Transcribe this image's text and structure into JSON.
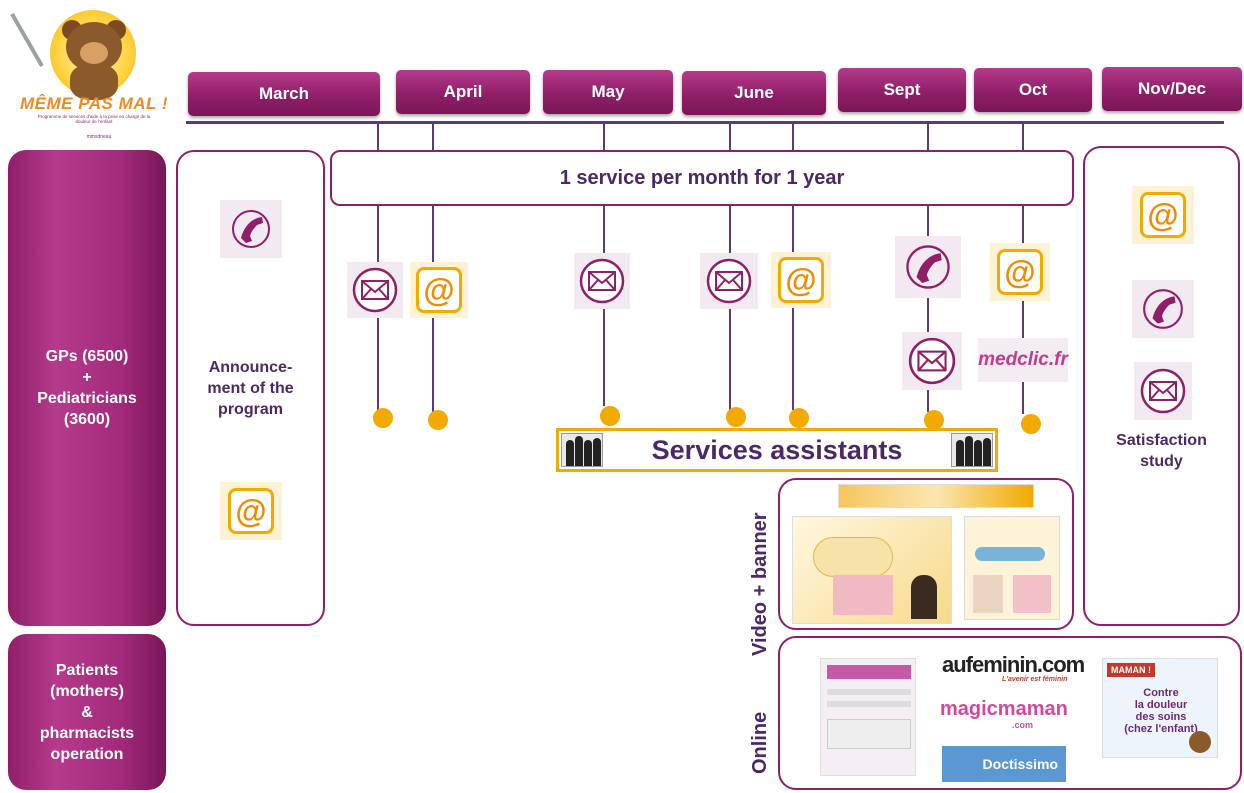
{
  "logo": {
    "title": "MÊME PAS MAL !",
    "subtitle": "Programme de services d'aide à la prise en charge de la douleur de l'enfant",
    "brand": "mmsdneau"
  },
  "months": [
    "March",
    "April",
    "May",
    "June",
    "Sept",
    "Oct",
    "Nov/Dec"
  ],
  "categories": {
    "gps": "GPs (6500)\n+\nPediatricians\n(3600)",
    "patients": "Patients\n(mothers)\n&\npharmacists\noperation"
  },
  "announcement": "Announce-\nment of the\nprogram",
  "service_bar": "1 service per month for 1 year",
  "services_assistants": "Services assistants",
  "satisfaction": "Satisfaction\nstudy",
  "video_label": "Video + banner",
  "online_label": "Online",
  "medclic_logo": "medclic.fr",
  "online_logos": {
    "aufeminin": "aufeminin.com",
    "aufeminin_tag": "L'avenir est féminin",
    "magicmaman": "magicmaman",
    "magicmaman_com": ".com",
    "doctissimo": "Doctissimo"
  },
  "poster": {
    "badge": "MAMAN !",
    "text": "Contre\nla douleur\ndes soins\n(chez l'enfant)"
  },
  "icons": {
    "at": "@"
  },
  "colors": {
    "plum": "#8f1f68",
    "accent_orange": "#f2a900",
    "text_purple": "#4a2a66"
  }
}
